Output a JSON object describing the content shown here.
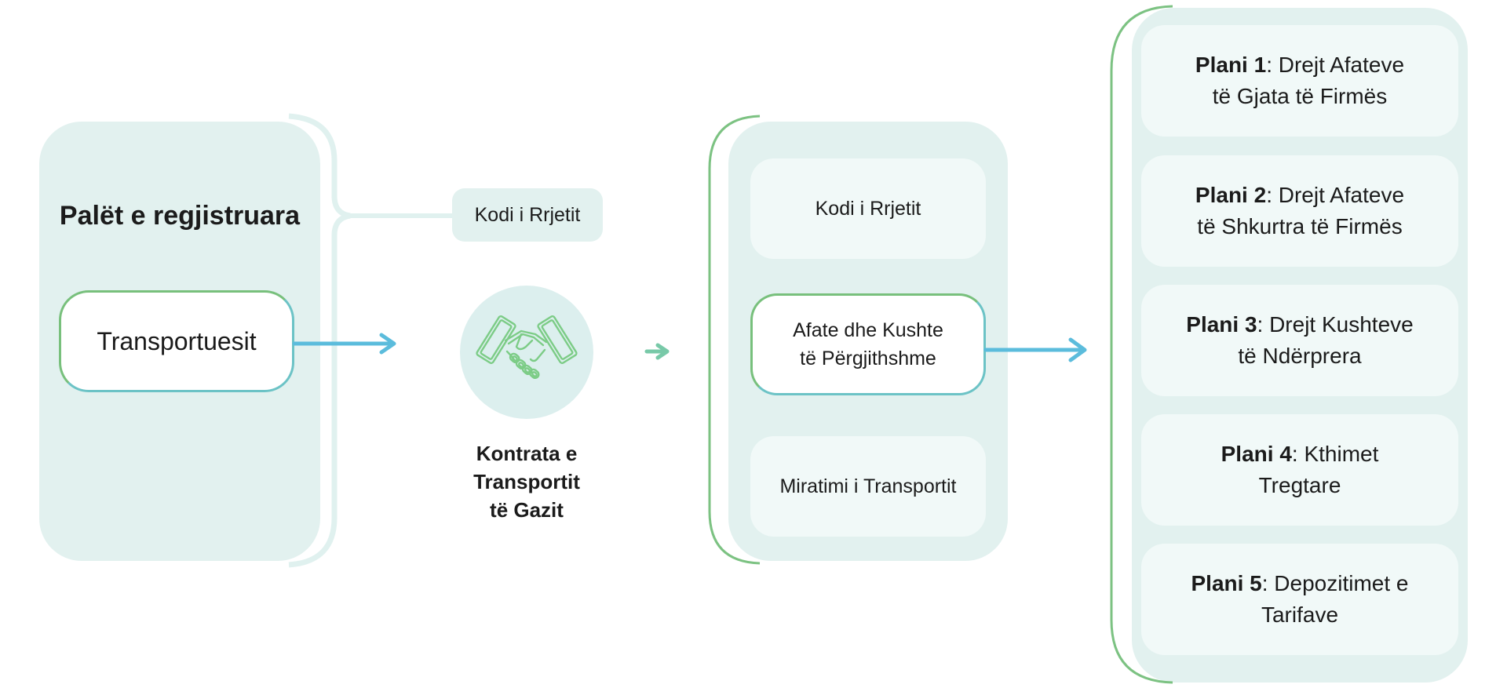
{
  "left": {
    "title": "Palët e regjistruara",
    "transporters": "Transportuesit"
  },
  "network_code_tag": "Kodi i Rrjetit",
  "contract": {
    "icon": "handshake-icon",
    "label_line1": "Kontrata e",
    "label_line2": "Transportit",
    "label_line3": "të Gazit"
  },
  "middle": {
    "network_code": "Kodi i Rrjetit",
    "terms_line1": "Afate dhe Kushte",
    "terms_line2": "të Përgjithshme",
    "approval": "Miratimi i Transportit"
  },
  "plans": [
    {
      "bold": "Plani 1",
      "line1": ": Drejt Afateve",
      "line2": "të Gjata të Firmës"
    },
    {
      "bold": "Plani 2",
      "line1": ": Drejt Afateve",
      "line2": "të Shkurtra të Firmës"
    },
    {
      "bold": "Plani 3",
      "line1": ": Drejt Kushteve",
      "line2": "të Ndërprera"
    },
    {
      "bold": "Plani 4",
      "line1": ": Kthimet",
      "line2": "Tregtare"
    },
    {
      "bold": "Plani 5",
      "line1": ": Depozitimet e",
      "line2": "Tarifave"
    }
  ],
  "colors": {
    "panel": "#e2f1ef",
    "inner": "#f1f9f8",
    "green": "#78c07c",
    "teal": "#6cc3c6",
    "arrow_blue": "#5bbcdc"
  }
}
